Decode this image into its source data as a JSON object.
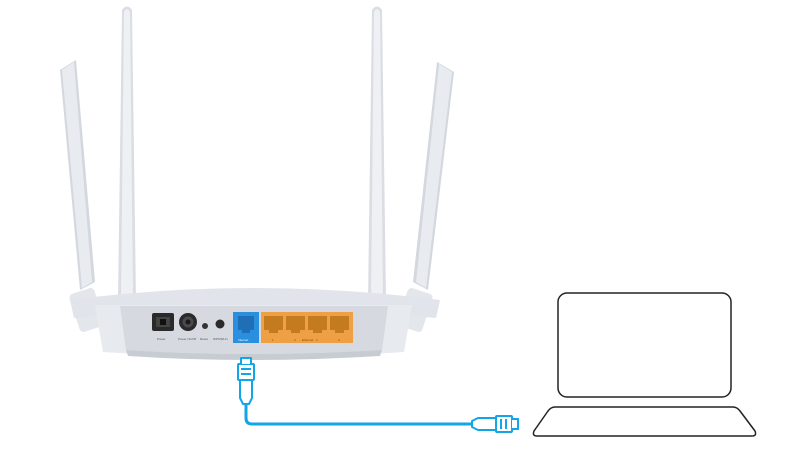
{
  "colors": {
    "background": "#ffffff",
    "router_body": "#e6e9ee",
    "router_panel": "#d7dbe1",
    "antenna": "#e4e7ec",
    "wan_port": "#2b8fe0",
    "lan_ports": "#f0a044",
    "cable": "#12a6e8",
    "laptop_outline": "#222222"
  },
  "router": {
    "port_labels": {
      "power": "Power",
      "power_switch": "Power On/Off",
      "reset": "Reset",
      "wps_wifi": "WPS/Wi-Fi",
      "wan": "Internet",
      "lan_1": "1",
      "lan_2": "2",
      "lan_3": "3",
      "lan_4": "4",
      "lan_group": "Ethernet"
    }
  },
  "icons": {
    "router": "router-icon",
    "cable": "ethernet-cable-icon",
    "laptop": "laptop-icon"
  }
}
